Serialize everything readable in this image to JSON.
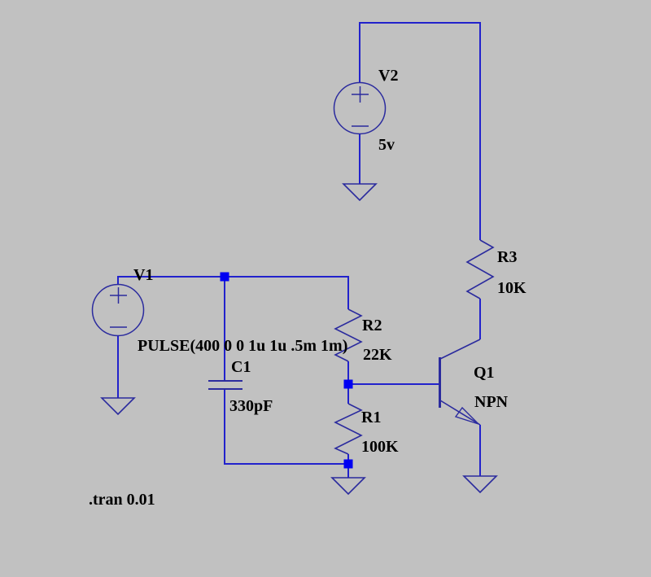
{
  "colors": {
    "background": "#c1c1c1",
    "wire": "#2222cc",
    "symbol": "#2b2b9e",
    "junction": "#0000f2",
    "text": "#000000"
  },
  "components": {
    "v2": {
      "designator": "V2",
      "value": "5v",
      "symbol": "voltage-source"
    },
    "v1": {
      "designator": "V1",
      "value": "PULSE(400 0 0 1u 1u .5m 1m)",
      "symbol": "voltage-source"
    },
    "r3": {
      "designator": "R3",
      "value": "10K",
      "symbol": "resistor"
    },
    "r2": {
      "designator": "R2",
      "value": "22K",
      "symbol": "resistor"
    },
    "r1": {
      "designator": "R1",
      "value": "100K",
      "symbol": "resistor"
    },
    "c1": {
      "designator": "C1",
      "value": "330pF",
      "symbol": "capacitor"
    },
    "q1": {
      "designator": "Q1",
      "value": "NPN",
      "symbol": "npn-transistor"
    }
  },
  "directives": {
    "tran": ".tran 0.01"
  }
}
